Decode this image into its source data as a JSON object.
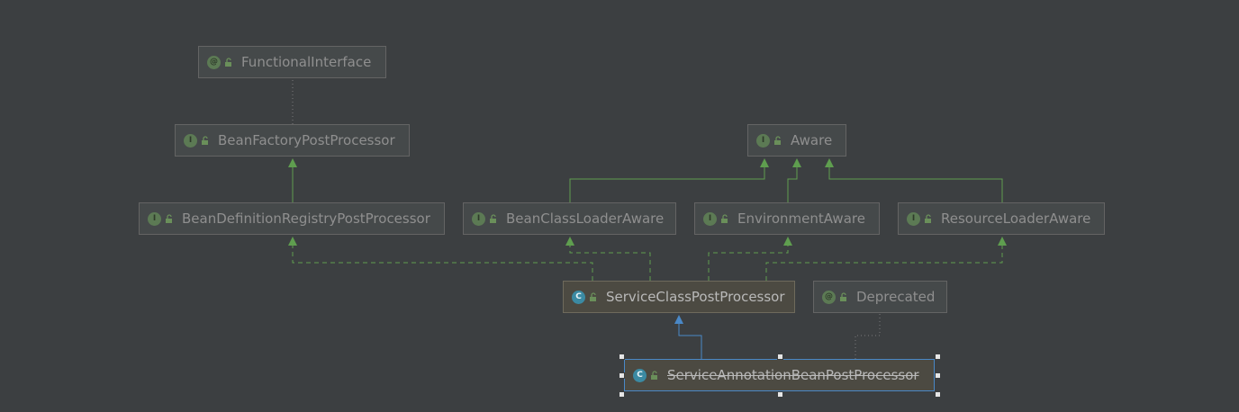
{
  "diagram": {
    "nodes": [
      {
        "id": "FunctionalInterface",
        "label": "FunctionalInterface",
        "kind": "annotation",
        "badge": "@"
      },
      {
        "id": "BeanFactoryPostProcessor",
        "label": "BeanFactoryPostProcessor",
        "kind": "interface",
        "badge": "I"
      },
      {
        "id": "Aware",
        "label": "Aware",
        "kind": "interface",
        "badge": "I"
      },
      {
        "id": "BeanDefinitionRegistryPostProcessor",
        "label": "BeanDefinitionRegistryPostProcessor",
        "kind": "interface",
        "badge": "I"
      },
      {
        "id": "BeanClassLoaderAware",
        "label": "BeanClassLoaderAware",
        "kind": "interface",
        "badge": "I"
      },
      {
        "id": "EnvironmentAware",
        "label": "EnvironmentAware",
        "kind": "interface",
        "badge": "I"
      },
      {
        "id": "ResourceLoaderAware",
        "label": "ResourceLoaderAware",
        "kind": "interface",
        "badge": "I"
      },
      {
        "id": "ServiceClassPostProcessor",
        "label": "ServiceClassPostProcessor",
        "kind": "class",
        "badge": "C"
      },
      {
        "id": "Deprecated",
        "label": "Deprecated",
        "kind": "annotation",
        "badge": "@"
      },
      {
        "id": "ServiceAnnotationBeanPostProcessor",
        "label": "ServiceAnnotationBeanPostProcessor",
        "kind": "class",
        "badge": "C",
        "deprecated": true,
        "selected": true
      }
    ],
    "edges": [
      {
        "from": "BeanFactoryPostProcessor",
        "to": "FunctionalInterface",
        "type": "annotated"
      },
      {
        "from": "BeanDefinitionRegistryPostProcessor",
        "to": "BeanFactoryPostProcessor",
        "type": "extends-interface"
      },
      {
        "from": "BeanClassLoaderAware",
        "to": "Aware",
        "type": "extends-interface"
      },
      {
        "from": "EnvironmentAware",
        "to": "Aware",
        "type": "extends-interface"
      },
      {
        "from": "ResourceLoaderAware",
        "to": "Aware",
        "type": "extends-interface"
      },
      {
        "from": "ServiceClassPostProcessor",
        "to": "BeanDefinitionRegistryPostProcessor",
        "type": "implements"
      },
      {
        "from": "ServiceClassPostProcessor",
        "to": "BeanClassLoaderAware",
        "type": "implements"
      },
      {
        "from": "ServiceClassPostProcessor",
        "to": "EnvironmentAware",
        "type": "implements"
      },
      {
        "from": "ServiceClassPostProcessor",
        "to": "ResourceLoaderAware",
        "type": "implements"
      },
      {
        "from": "ServiceAnnotationBeanPostProcessor",
        "to": "ServiceClassPostProcessor",
        "type": "extends-class"
      },
      {
        "from": "ServiceAnnotationBeanPostProcessor",
        "to": "Deprecated",
        "type": "annotated"
      }
    ]
  },
  "colors": {
    "background": "#3c3f41",
    "interface_edge": "#5f9e4f",
    "class_edge": "#4a88c7",
    "annotation_edge": "#7a7a7a"
  }
}
